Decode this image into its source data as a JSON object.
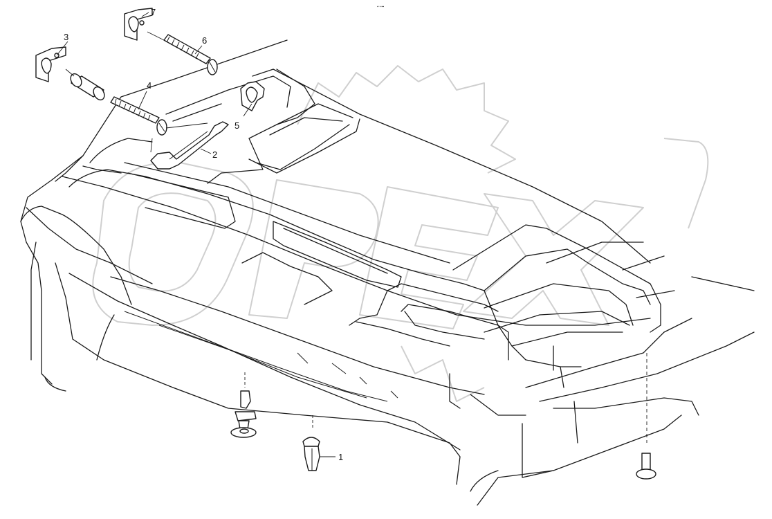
{
  "diagram": {
    "callouts": [
      {
        "id": "1",
        "label": "1"
      },
      {
        "id": "2",
        "label": "2"
      },
      {
        "id": "3",
        "label": "3"
      },
      {
        "id": "4",
        "label": "4"
      },
      {
        "id": "5",
        "label": "5"
      },
      {
        "id": "6",
        "label": "6"
      },
      {
        "id": "7",
        "label": "7"
      }
    ],
    "watermark": "OPEX",
    "corner_mark": "▪▫ ▪▪▪"
  }
}
